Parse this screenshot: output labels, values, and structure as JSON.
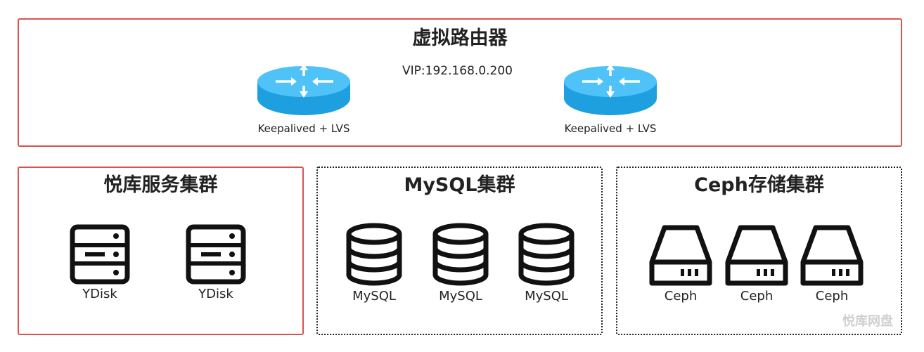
{
  "router_panel": {
    "title": "虚拟路由器",
    "vip": "VIP:192.168.0.200",
    "routers": [
      {
        "label": "Keepalived + LVS"
      },
      {
        "label": "Keepalived + LVS"
      }
    ]
  },
  "ydisk_cluster": {
    "title": "悦库服务集群",
    "nodes": [
      {
        "label": "YDisk"
      },
      {
        "label": "YDisk"
      }
    ]
  },
  "mysql_cluster": {
    "title": "MySQL集群",
    "nodes": [
      {
        "label": "MySQL"
      },
      {
        "label": "MySQL"
      },
      {
        "label": "MySQL"
      }
    ]
  },
  "ceph_cluster": {
    "title": "Ceph存储集群",
    "nodes": [
      {
        "label": "Ceph"
      },
      {
        "label": "Ceph"
      },
      {
        "label": "Ceph"
      }
    ]
  },
  "watermark": "悦库网盘",
  "colors": {
    "accent_border": "#d9534f",
    "router_top": "#4fc3f7",
    "router_side": "#1e9fe0"
  },
  "icons": {
    "router": "router-icon",
    "server": "server-rack-icon",
    "database": "database-icon",
    "storage": "storage-drive-icon"
  }
}
